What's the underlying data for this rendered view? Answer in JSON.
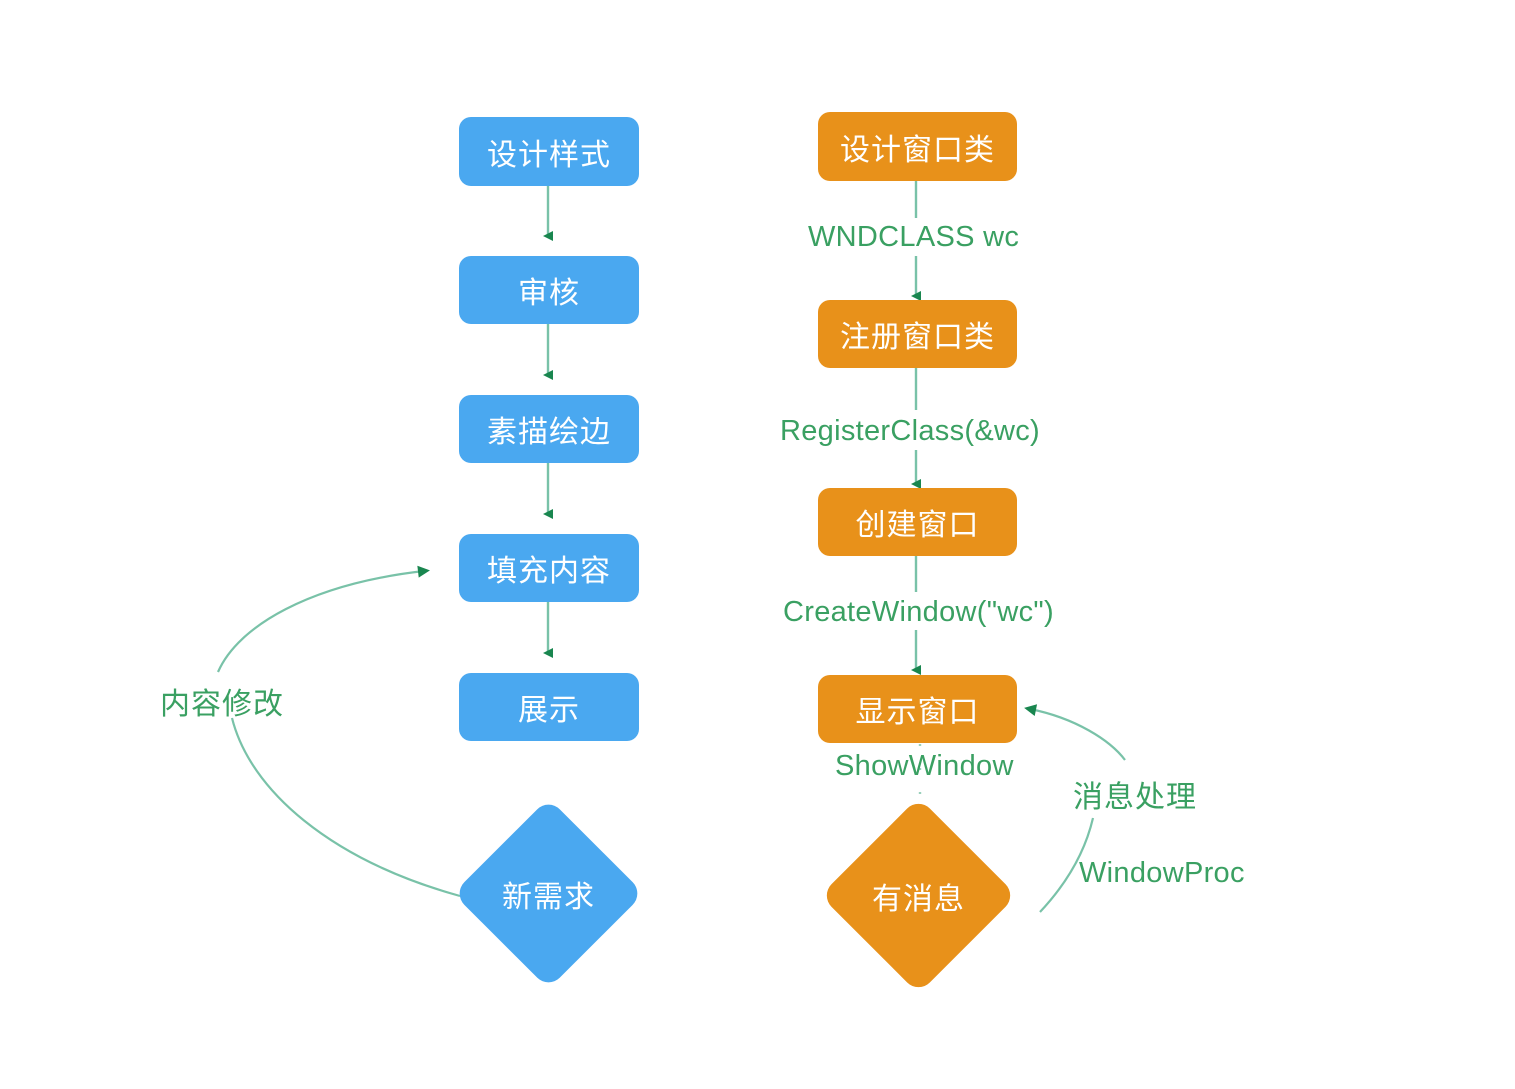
{
  "diagram": {
    "title": "Design workflow and Win32 window creation flowchart",
    "colors": {
      "blue": "#4aa8f0",
      "orange": "#e8911a",
      "green_text": "#3aa062",
      "arrow_line": "#79c2a8",
      "arrow_head": "#19864f",
      "background": "#ffffff"
    },
    "left_flow": {
      "name": "design-workflow",
      "nodes": [
        {
          "id": "design-style",
          "label": "设计样式",
          "shape": "box"
        },
        {
          "id": "review",
          "label": "审核",
          "shape": "box"
        },
        {
          "id": "sketch-outline",
          "label": "素描绘边",
          "shape": "box"
        },
        {
          "id": "fill-content",
          "label": "填充内容",
          "shape": "box"
        },
        {
          "id": "display",
          "label": "展示",
          "shape": "box"
        },
        {
          "id": "new-requirement",
          "label": "新需求",
          "shape": "diamond"
        }
      ],
      "edge_labels": [
        {
          "id": "content-revision",
          "text": "内容修改"
        }
      ]
    },
    "right_flow": {
      "name": "win32-window-flow",
      "nodes": [
        {
          "id": "design-window-class",
          "label": "设计窗口类",
          "shape": "box"
        },
        {
          "id": "register-window-class",
          "label": "注册窗口类",
          "shape": "box"
        },
        {
          "id": "create-window",
          "label": "创建窗口",
          "shape": "box"
        },
        {
          "id": "show-window",
          "label": "显示窗口",
          "shape": "box"
        },
        {
          "id": "has-message",
          "label": "有消息",
          "shape": "diamond"
        }
      ],
      "edge_labels": [
        {
          "id": "wndclass-wc",
          "text": "WNDCLASS wc"
        },
        {
          "id": "register-class",
          "text": "RegisterClass(&wc)"
        },
        {
          "id": "create-window-fn",
          "text": "CreateWindow(\"wc\")"
        },
        {
          "id": "show-window-fn",
          "text": "ShowWindow"
        },
        {
          "id": "message-handling",
          "text": "消息处理"
        },
        {
          "id": "window-proc",
          "text": "WindowProc"
        }
      ]
    }
  }
}
